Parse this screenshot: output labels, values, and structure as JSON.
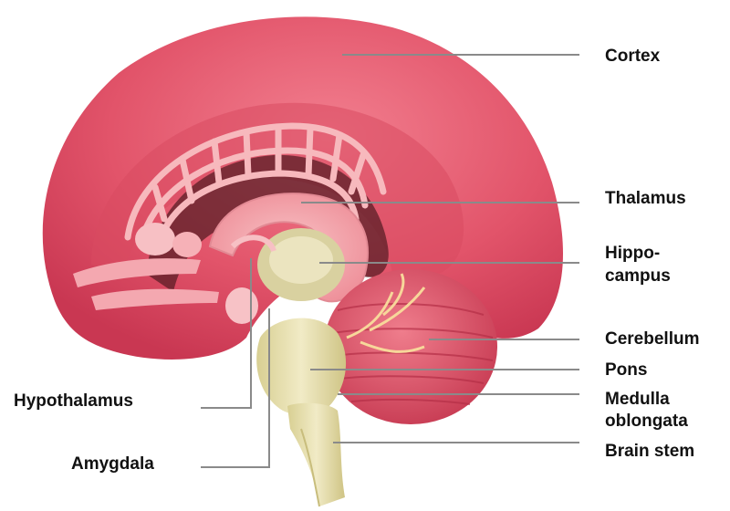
{
  "labels": {
    "cortex": "Cortex",
    "thalamus": "Thalamus",
    "hippocampus_line1": "Hippo-",
    "hippocampus_line2": "campus",
    "cerebellum": "Cerebellum",
    "pons": "Pons",
    "medulla_line1": "Medulla",
    "medulla_line2": "oblongata",
    "brain_stem": "Brain stem",
    "hypothalamus": "Hypothalamus",
    "amygdala": "Amygdala"
  },
  "colors": {
    "cortex": "#e2546a",
    "cortex_light": "#f29aa6",
    "limbic": "#f6b3b8",
    "stem": "#e4dca8",
    "cerebellum": "#d9475c",
    "leader_line": "#8a8a8a"
  }
}
